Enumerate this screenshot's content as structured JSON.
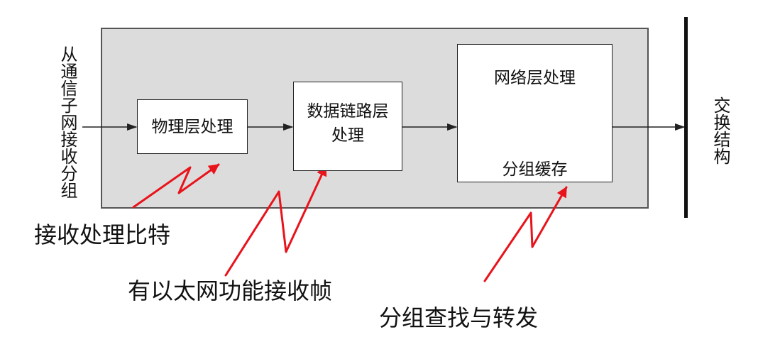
{
  "left_label": "从通信子网接收分组",
  "right_label": "交换结构",
  "boxes": {
    "physical": "物理层处理",
    "datalink_line1": "数据链路层",
    "datalink_line2": "处理",
    "network_title": "网络层处理",
    "network_buffer": "分组缓存"
  },
  "annotations": {
    "receive_bits": "接收处理比特",
    "ethernet_frames": "有以太网功能接收帧",
    "lookup_forward": "分组查找与转发"
  },
  "colors": {
    "panel_fill": "#dcdcdc",
    "annotation_arrow": "#e8131b",
    "switch_bar": "#111111"
  }
}
